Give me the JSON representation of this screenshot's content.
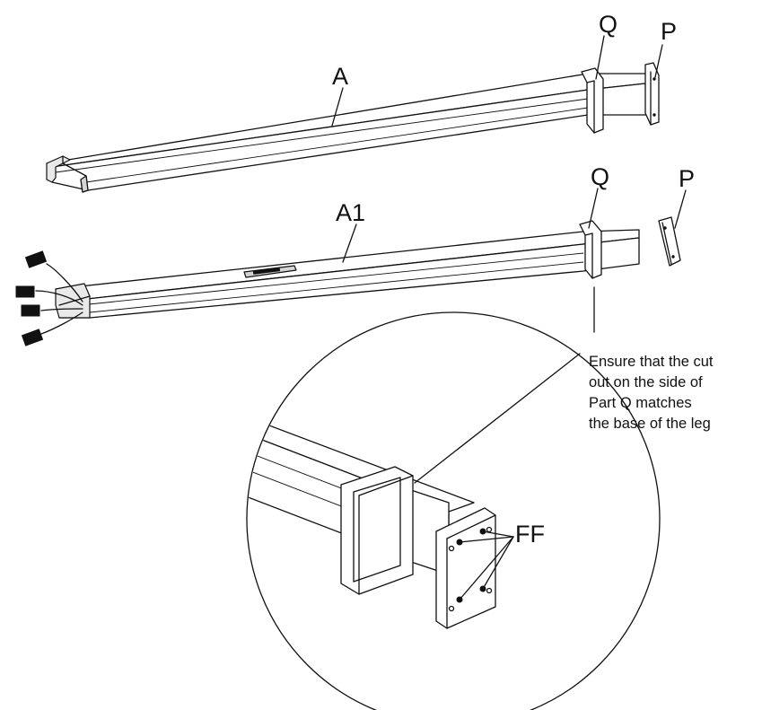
{
  "labels": {
    "part_a": "A",
    "part_a1": "A1",
    "part_q_upper": "Q",
    "part_p_upper": "P",
    "part_q_lower": "Q",
    "part_p_lower": "P",
    "fasteners": "FF"
  },
  "note": {
    "lines": [
      "Ensure that the cut",
      "out on the side of",
      "Part Q matches",
      "the base of the leg"
    ]
  }
}
